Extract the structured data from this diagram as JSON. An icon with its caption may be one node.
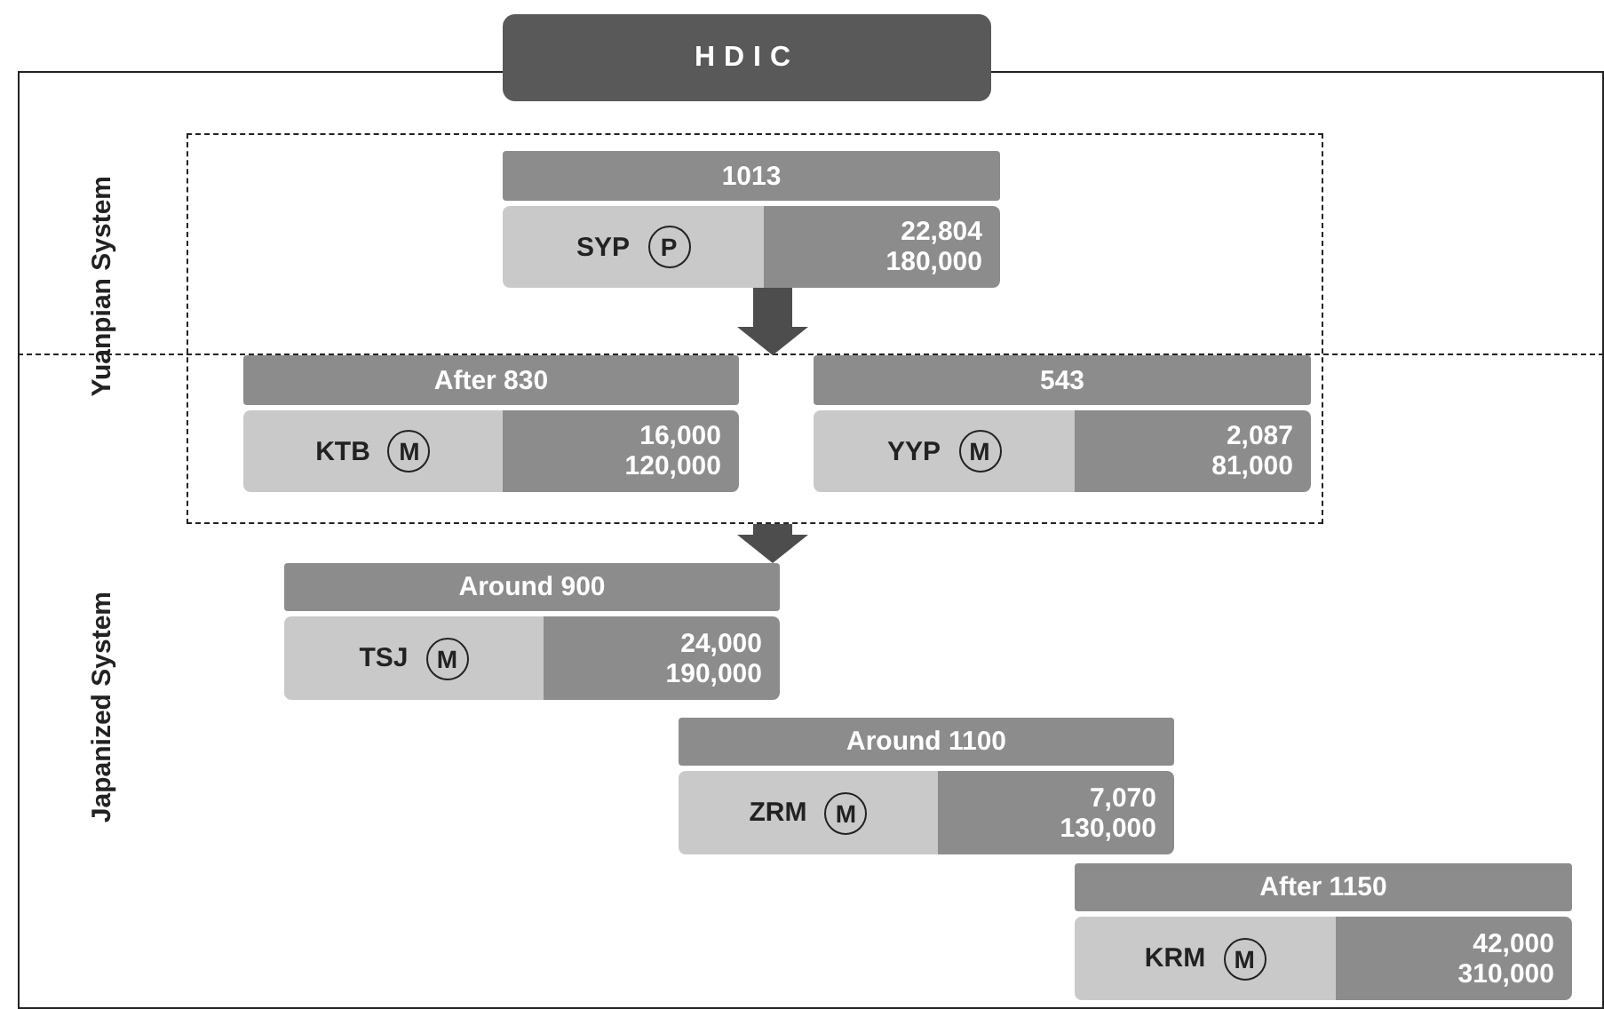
{
  "diagram": {
    "nodes": [
      {
        "text": [
          "HDIC"
        ]
      },
      {
        "text": [
          "Yuanpian System"
        ]
      },
      {
        "text": [],
        "shape": "box"
      },
      {
        "text": [
          "1013",
          "SYP",
          "P",
          "22,804",
          "180,000"
        ]
      },
      {
        "text": [
          "Japanized System"
        ]
      },
      {
        "text": [
          "After 830",
          "KTB",
          "M",
          "16,000",
          "120,000"
        ]
      },
      {
        "text": [
          "543",
          "YYP",
          "M",
          "2,087",
          "81,000"
        ]
      },
      {
        "text": [
          "Around 900",
          "TSJ",
          "M",
          "24,000",
          "190,000"
        ],
        "in": 4
      },
      {
        "text": [
          "Around 1100",
          "ZRM",
          "M",
          "7,070",
          "130,000"
        ],
        "in": 4
      },
      {
        "text": [
          "After 1150",
          "KRM",
          "M",
          "42,000",
          "310,000"
        ],
        "in": 4
      }
    ],
    "edges": [
      {
        "from": 3,
        "to": 5,
        "arrow": "to"
      },
      {
        "from": 3,
        "to": 6,
        "arrow": "to"
      },
      {
        "from": 2,
        "to": 7,
        "arrow": "to"
      }
    ]
  }
}
